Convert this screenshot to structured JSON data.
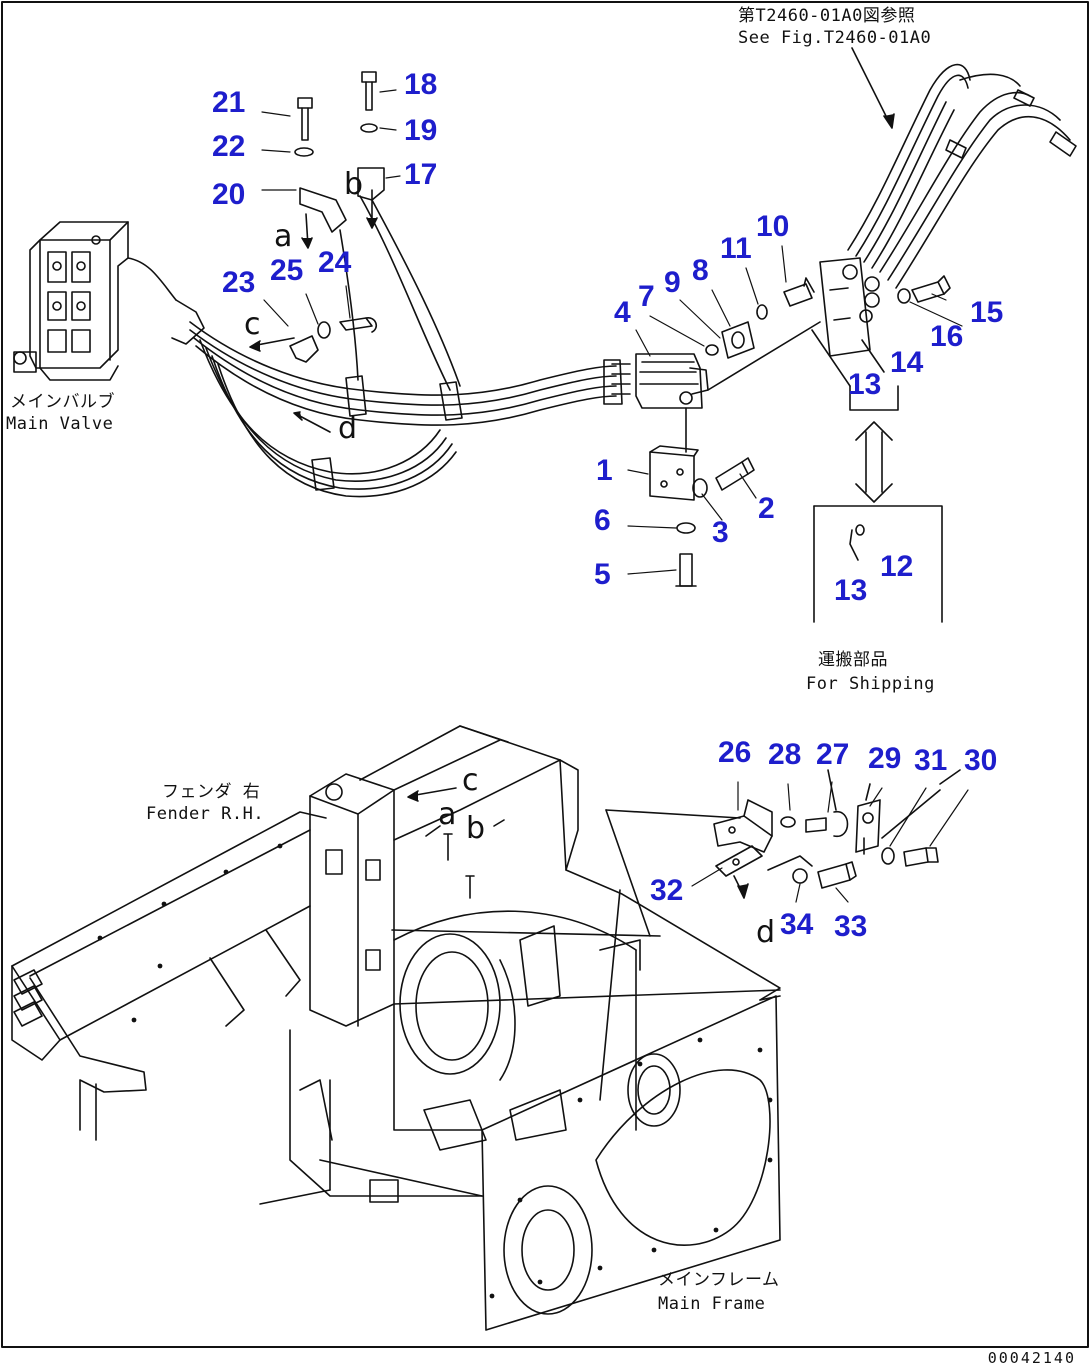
{
  "refs": {
    "fig": "第T2460-01A0図参照",
    "fig_en": "See Fig.T2460-01A0"
  },
  "labels": {
    "main_valve_jp": "メインバルブ",
    "main_valve_en": "Main Valve",
    "shipping_jp": "運搬部品",
    "shipping_en": "For Shipping",
    "fender_jp": "フェンダ 右",
    "fender_en": "Fender R.H.",
    "main_frame_jp": "メインフレーム",
    "main_frame_en": "Main Frame"
  },
  "letters": {
    "a": "a",
    "b": "b",
    "c": "c",
    "d": "d"
  },
  "parts": {
    "p1": "1",
    "p2": "2",
    "p3": "3",
    "p4": "4",
    "p5": "5",
    "p6": "6",
    "p7": "7",
    "p8": "8",
    "p9": "9",
    "p10": "10",
    "p11": "11",
    "p12": "12",
    "p13": "13",
    "p14": "14",
    "p15": "15",
    "p16": "16",
    "p17": "17",
    "p18": "18",
    "p19": "19",
    "p20": "20",
    "p21": "21",
    "p22": "22",
    "p23": "23",
    "p24": "24",
    "p25": "25",
    "p26": "26",
    "p27": "27",
    "p28": "28",
    "p29": "29",
    "p30": "30",
    "p31": "31",
    "p32": "32",
    "p33": "33",
    "p34": "34"
  },
  "drawing_code": "00042140",
  "colors": {
    "callout": "#1e1ecc",
    "line": "#111111"
  }
}
